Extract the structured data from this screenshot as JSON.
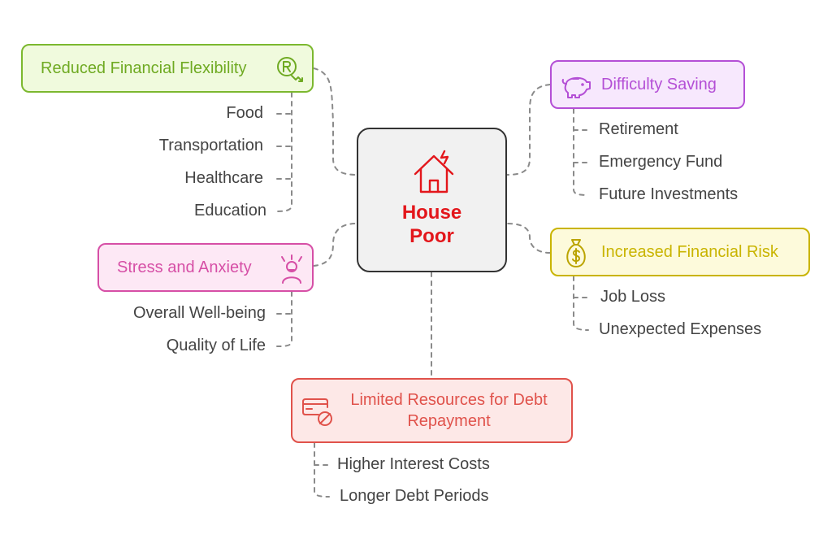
{
  "center": {
    "title_line1": "House",
    "title_line2": "Poor",
    "color": "#e3161b"
  },
  "branches": {
    "flexibility": {
      "label": "Reduced Financial Flexibility",
      "icon": "rupee-down-trend-icon",
      "color": "#7cb82f",
      "fill": "#f0fadd",
      "items": [
        "Food",
        "Transportation",
        "Healthcare",
        "Education"
      ]
    },
    "stress": {
      "label": "Stress and Anxiety",
      "icon": "stressed-person-icon",
      "color": "#d64fa6",
      "fill": "#fde8f5",
      "items": [
        "Overall Well-being",
        "Quality of Life"
      ]
    },
    "saving": {
      "label": "Difficulty Saving",
      "icon": "piggy-bank-icon",
      "color": "#b44fd6",
      "fill": "#f7e8fd",
      "items": [
        "Retirement",
        "Emergency Fund",
        "Future Investments"
      ]
    },
    "risk": {
      "label": "Increased Financial Risk",
      "icon": "money-bag-icon",
      "color": "#c9b400",
      "fill": "#fdfadb",
      "items": [
        "Job Loss",
        "Unexpected Expenses"
      ]
    },
    "debt": {
      "label_line1": "Limited Resources for Debt",
      "label_line2": "Repayment",
      "icon": "blocked-card-icon",
      "color": "#e0524b",
      "fill": "#fde8e7",
      "items": [
        "Higher Interest Costs",
        "Longer Debt Periods"
      ]
    }
  },
  "connector_color": "#888888"
}
